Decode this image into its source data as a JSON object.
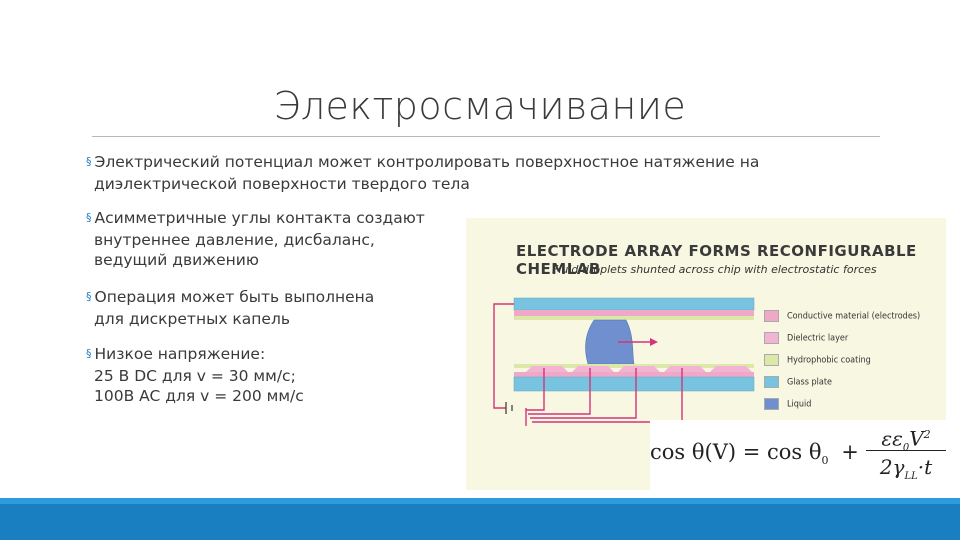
{
  "slide": {
    "title": "Электросмачивание",
    "bullets": [
      {
        "lines": [
          "Электрический потенциал может контролировать поверхностное натяжение на",
          "диэлектрической поверхности твердого тела"
        ]
      },
      {
        "lines": [
          "Асимметричные углы контакта создают",
          "внутреннее давление, дисбаланс,",
          "ведущий движению"
        ]
      },
      {
        "lines": [
          "Операция может быть выполнена",
          "для дискретных капель"
        ]
      },
      {
        "lines": [
          "Низкое напряжение:",
          "25 В DC для v = 30 мм/с;",
          "100В AC для v = 200 мм/с"
        ]
      }
    ],
    "bullet_marker": "§"
  },
  "figure": {
    "title": "ELECTRODE ARRAY FORMS RECONFIGURABLE CHEMLAB",
    "subtitle": "Fluid droplets shunted across chip with electrostatic forces",
    "legend": [
      {
        "label": "Conductive material (electrodes)",
        "color": "#f0a8c8"
      },
      {
        "label": "Dielectric layer",
        "color": "#f2b4d2"
      },
      {
        "label": "Hydrophobic coating",
        "color": "#dce8a8"
      },
      {
        "label": "Glass plate",
        "color": "#78c4e0"
      },
      {
        "label": "Liquid",
        "color": "#6f8fcf"
      }
    ]
  },
  "formula": {
    "lhs": "cos θ(V) = cos θ",
    "lhs_sub": "0",
    "plus": "+",
    "numerator": "εε",
    "numerator_sub": "0",
    "numerator_tail": "V",
    "numerator_sup": "2",
    "denominator": "2γ",
    "denominator_sub": "LL",
    "denominator_tail": "·t"
  },
  "colors": {
    "accent": "#1a7fc1",
    "bullet": "#1f82c8",
    "wire": "#d6337a"
  }
}
